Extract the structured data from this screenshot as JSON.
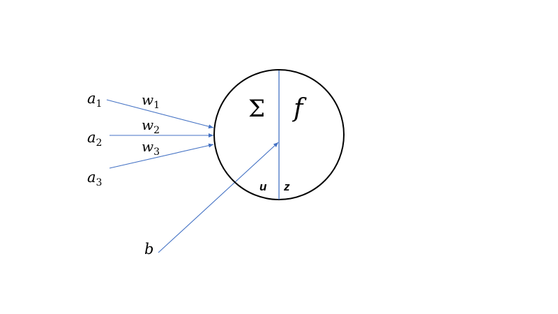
{
  "inputs": [
    {
      "base": "a",
      "sub": "1"
    },
    {
      "base": "a",
      "sub": "2"
    },
    {
      "base": "a",
      "sub": "3"
    }
  ],
  "weights": [
    {
      "base": "w",
      "sub": "1"
    },
    {
      "base": "w",
      "sub": "2"
    },
    {
      "base": "w",
      "sub": "3"
    }
  ],
  "bias": "b",
  "neuron": {
    "sum_symbol": "Σ",
    "activation_symbol": "f",
    "sum_output": "u",
    "activation_output": "z"
  },
  "colors": {
    "connection": "#4472C4",
    "outline": "#000000"
  }
}
